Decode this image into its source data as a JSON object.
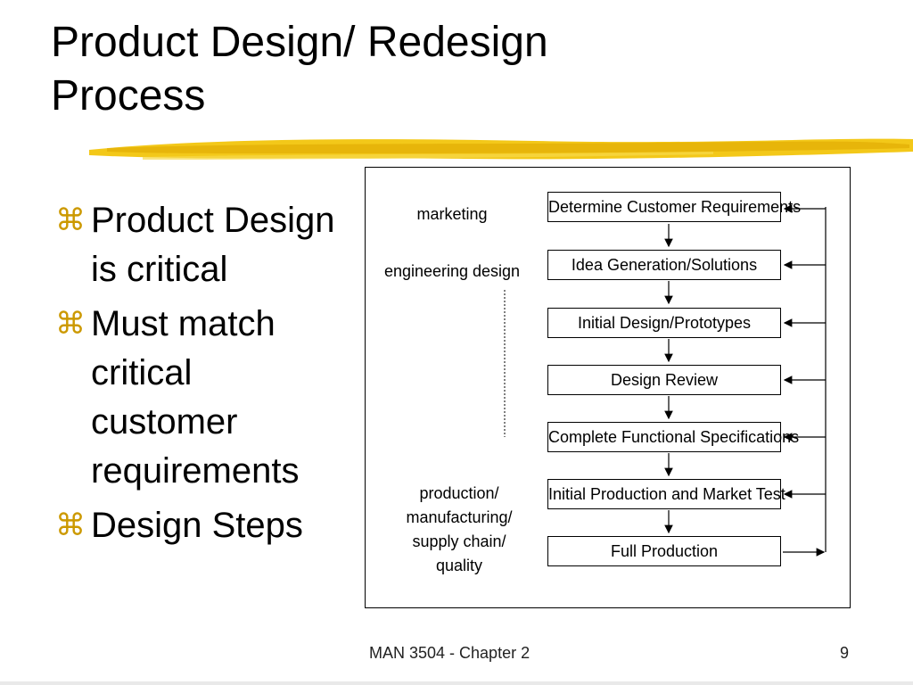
{
  "slide": {
    "title_line1": "Product Design/ Redesign",
    "title_line2": "Process",
    "bullet_glyph": "⌘",
    "bullets": [
      {
        "line1": "Product Design",
        "line2": "is critical"
      },
      {
        "line1": "Must match",
        "line2": "critical",
        "line3": "customer",
        "line4": "requirements"
      },
      {
        "line1": "Design Steps"
      }
    ],
    "accent_color": "#f2c200"
  },
  "diagram": {
    "steps": [
      "Determine Customer Requirements",
      "Idea Generation/Solutions",
      "Initial Design/Prototypes",
      "Design Review",
      "Complete Functional Specifications",
      "Initial Production and Market Test",
      "Full Production"
    ],
    "labels": {
      "marketing": "marketing",
      "engineering": "engineering design",
      "production_line1": "production/",
      "production_line2": "manufacturing/",
      "production_line3": "supply chain/",
      "production_line4": "quality"
    }
  },
  "footer": {
    "course": "MAN 3504 - Chapter 2",
    "page_number": "9"
  }
}
